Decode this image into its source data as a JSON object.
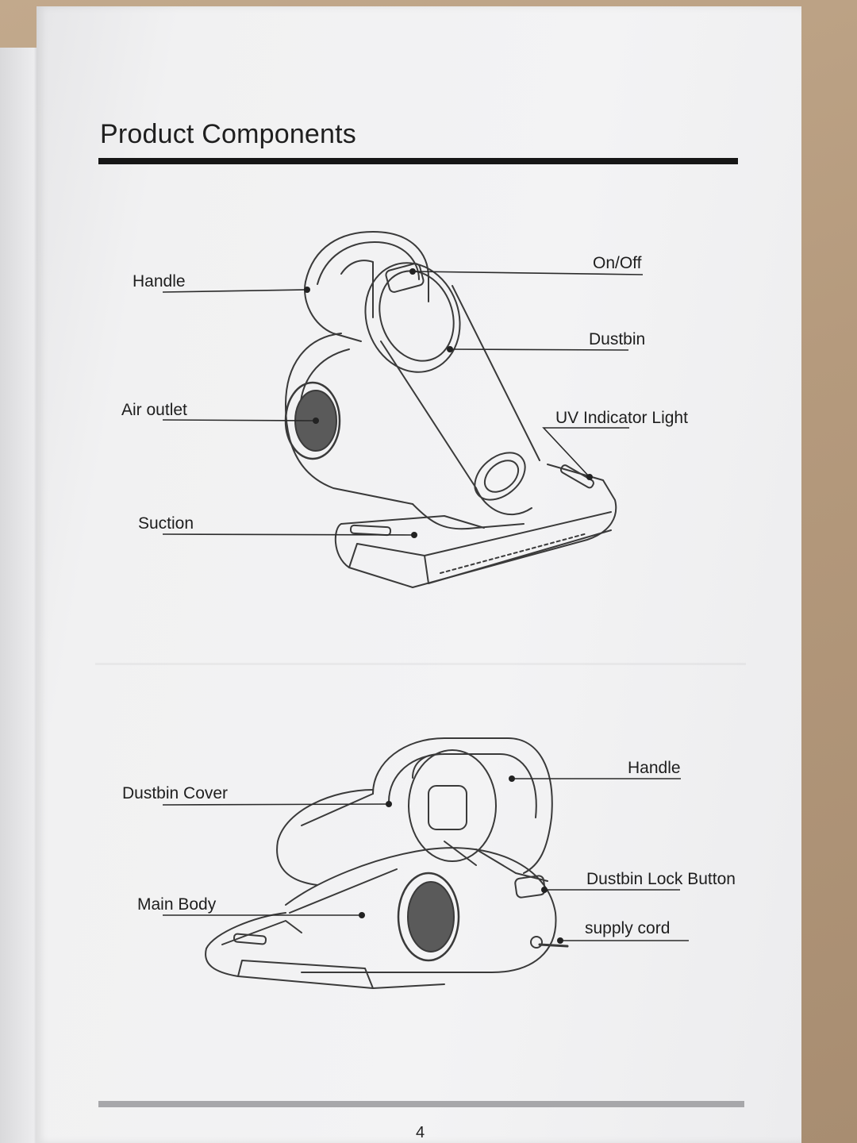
{
  "document": {
    "title": "Product Components",
    "page_number": "4"
  },
  "diagram_top": {
    "labels": {
      "handle": "Handle",
      "on_off": "On/Off",
      "dustbin": "Dustbin",
      "air_outlet": "Air outlet",
      "uv_indicator_light": "UV Indicator Light",
      "suction": "Suction"
    }
  },
  "diagram_bottom": {
    "labels": {
      "handle": "Handle",
      "dustbin_cover": "Dustbin Cover",
      "dustbin_lock_button": "Dustbin Lock Button",
      "main_body": "Main Body",
      "supply_cord": "supply cord"
    }
  }
}
